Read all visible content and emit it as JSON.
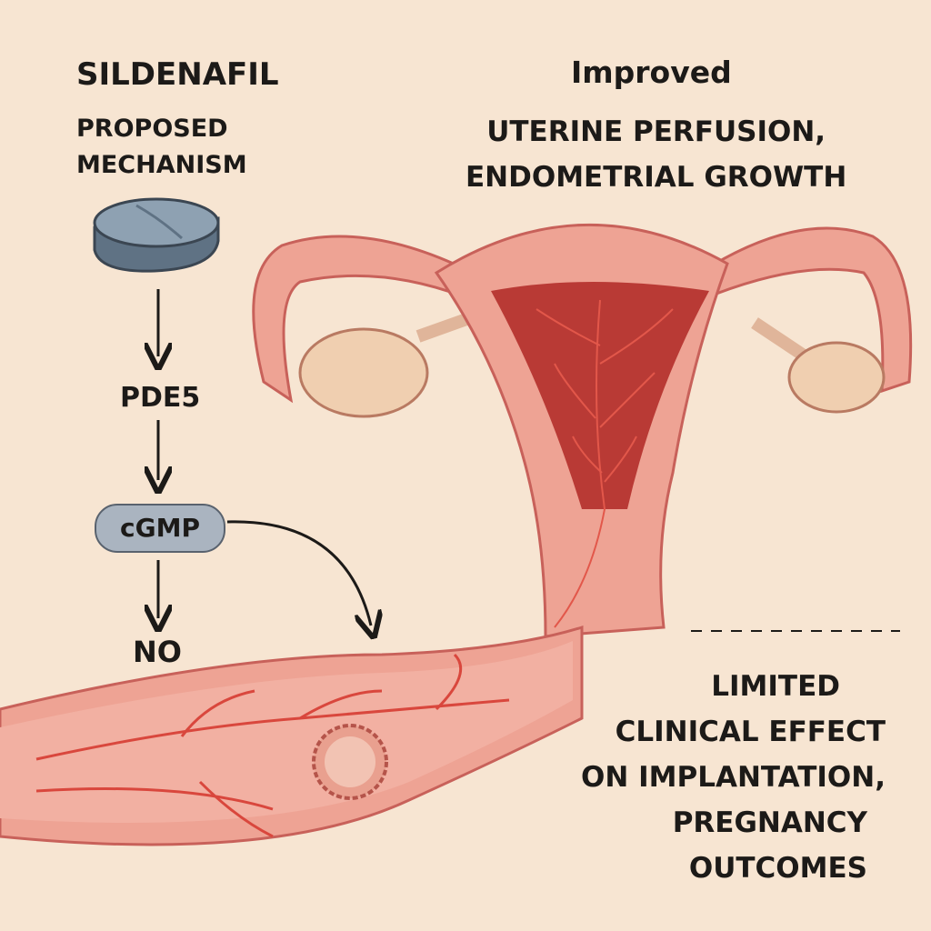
{
  "title": "SILDENAFIL",
  "subtitle": [
    "PROPOSED",
    "MECHANISM"
  ],
  "pathway": {
    "step1": "PDE5",
    "step2": "cGMP",
    "step3": "NO"
  },
  "effect": {
    "line1": "Improved",
    "line2": "UTERINE PERFUSION,",
    "line3": "ENDOMETRIAL GROWTH"
  },
  "limitation": [
    "LIMITED",
    "CLINICAL EFFECT",
    "ON IMPLANTATION,",
    "PREGNANCY",
    "OUTCOMES"
  ],
  "colors": {
    "background": "#f7e5d2",
    "tissue": "#eea394",
    "vessel": "#d9473d",
    "pill": "#7f93a4",
    "ovary": "#f0cfb0"
  }
}
